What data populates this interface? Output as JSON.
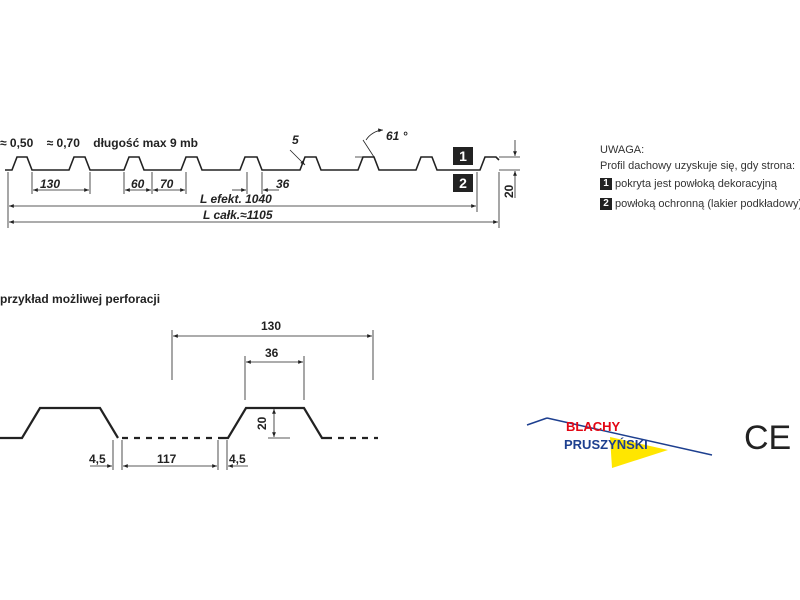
{
  "profile": {
    "thickness_a": "≈ 0,50",
    "thickness_b": "≈ 0,70",
    "max_length": "długość max 9 mb",
    "dim_130": "130",
    "dim_60": "60",
    "dim_70": "70",
    "dim_36": "36",
    "dim_5": "5",
    "dim_20": "20",
    "angle": "61 °",
    "l_efekt": "L efekt. 1040",
    "l_calk": "L całk.≈1105",
    "side_1": "1",
    "side_2": "2"
  },
  "note": {
    "title": "UWAGA:",
    "intro": "Profil dachowy uzyskuje się, gdy strona:",
    "item1_num": "1",
    "item1_text": "pokryta jest powłoką dekoracyjną",
    "item2_num": "2",
    "item2_text": "powłoką ochronną (lakier podkładowy)"
  },
  "perforation": {
    "title": "przykład możliwej perforacji",
    "dim_130": "130",
    "dim_36": "36",
    "dim_20": "20",
    "dim_45a": "4,5",
    "dim_117": "117",
    "dim_45b": "4,5"
  },
  "logo": {
    "line1": "BLACHY",
    "line2": "PRUSZYŃSKI"
  },
  "ce_mark": "CE",
  "colors": {
    "line": "#222222",
    "logo_red": "#e30613",
    "logo_blue": "#1d3f8f",
    "logo_yellow": "#ffe600"
  }
}
